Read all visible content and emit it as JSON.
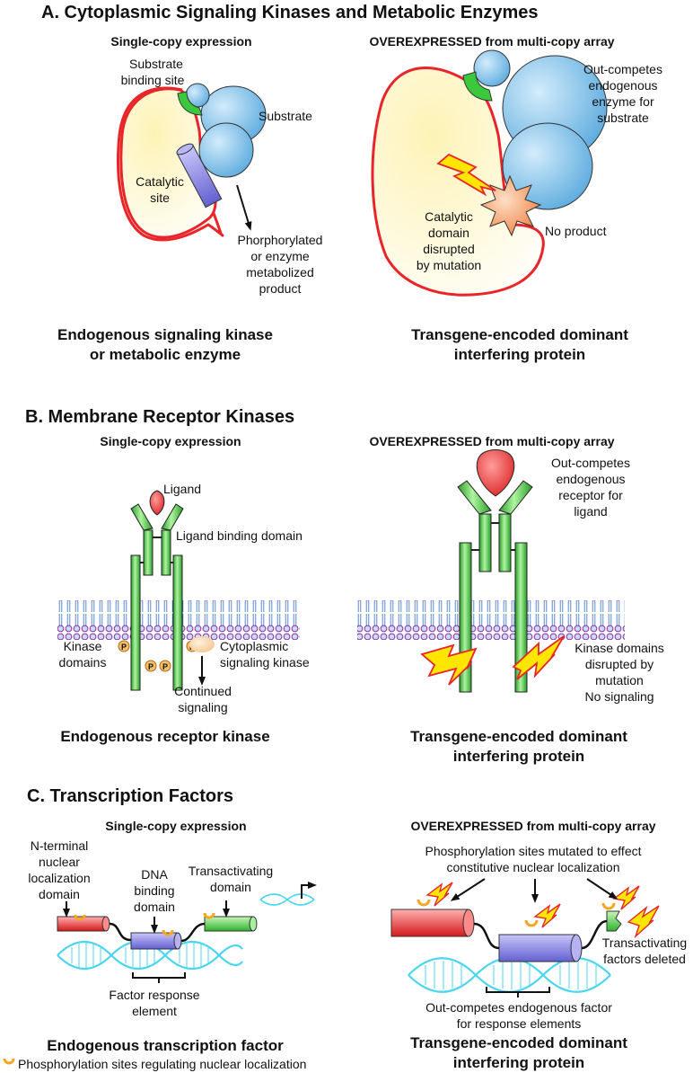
{
  "section_a": {
    "title": "A.  Cytoplasmic Signaling Kinases and Metabolic Enzymes",
    "left_subtitle": "Single-copy expression",
    "right_subtitle": "OVEREXPRESSED from multi-copy array",
    "substrate_binding_site": [
      "Substrate",
      "binding site"
    ],
    "substrate": "Substrate",
    "catalytic_site": [
      "Catalytic",
      "site"
    ],
    "product": [
      "Phorphorylated",
      "or enzyme",
      "metabolized",
      "product"
    ],
    "outcompetes": [
      "Out-competes",
      "endogenous",
      "enzyme for",
      "substrate"
    ],
    "catalytic_disrupted": [
      "Catalytic",
      "domain",
      "disrupted",
      "by mutation"
    ],
    "no_product": "No product",
    "left_caption": [
      "Endogenous signaling kinase",
      "or metabolic enzyme"
    ],
    "right_caption": [
      "Transgene-encoded dominant",
      "interfering protein"
    ]
  },
  "section_b": {
    "title": "B.  Membrane Receptor Kinases",
    "left_subtitle": "Single-copy expression",
    "right_subtitle": "OVEREXPRESSED from multi-copy array",
    "ligand": "Ligand",
    "ligand_binding_domain": "Ligand binding domain",
    "kinase_domains": [
      "Kinase",
      "domains"
    ],
    "phospho_letter": "P",
    "cytoplasmic_kinase": [
      "Cytoplasmic",
      "signaling kinase"
    ],
    "continued_signaling": [
      "Continued",
      "signaling"
    ],
    "outcompetes": [
      "Out-competes",
      "endogenous",
      "receptor for",
      "ligand"
    ],
    "kinase_disrupted": [
      "Kinase domains",
      "disrupted by",
      "mutation",
      "No signaling"
    ],
    "left_caption": [
      "Endogenous receptor kinase"
    ],
    "right_caption": [
      "Transgene-encoded dominant",
      "interfering protein"
    ]
  },
  "section_c": {
    "title": "C.  Transcription Factors",
    "left_subtitle": "Single-copy expression",
    "right_subtitle": "OVEREXPRESSED from multi-copy array",
    "nls_domain": [
      "N-terminal",
      "nuclear",
      "localization",
      "domain"
    ],
    "dna_binding": [
      "DNA",
      "binding",
      "domain"
    ],
    "transactivating": [
      "Transactivating",
      "domain"
    ],
    "factor_response": [
      "Factor response",
      "element"
    ],
    "phospho_mutated": [
      "Phosphorylation sites mutated to effect",
      "constitutive nuclear localization"
    ],
    "transactivating_deleted": [
      "Transactivating",
      "factors deleted"
    ],
    "outcompetes": [
      "Out-competes endogenous factor",
      "for response elements"
    ],
    "left_caption": [
      "Endogenous transcription factor"
    ],
    "legend": "Phosphorylation sites regulating nuclear localization",
    "right_caption": [
      "Transgene-encoded dominant",
      "interfering protein"
    ]
  },
  "colors": {
    "membrane_red": "#e8262a",
    "cell_fill": "#fdf7c8",
    "protein_blue": "#7fc0ea",
    "catalytic_purple": "#7b78dc",
    "receptor_green": "#3bbf3b",
    "ligand_red": "#e82020",
    "lightning_yellow": "#ffe600",
    "dna_cyan": "#4ad6f0",
    "phospho_orange": "#f5a623"
  }
}
